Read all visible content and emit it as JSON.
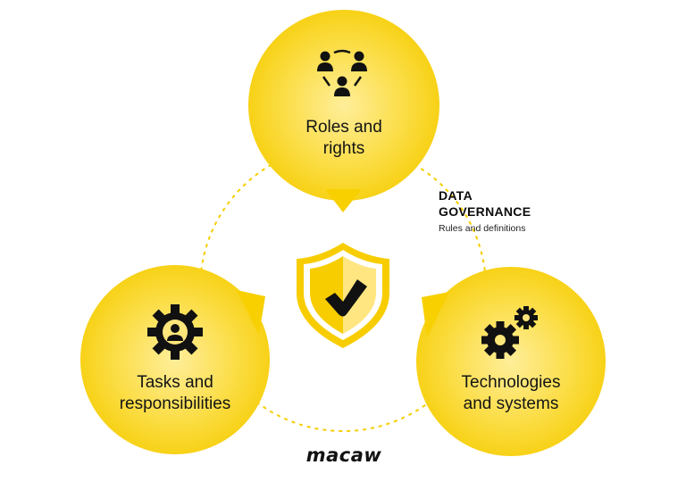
{
  "diagram": {
    "center": {
      "title": "DATA GOVERNANCE",
      "title_line1": "DATA",
      "title_line2": "GOVERNANCE",
      "subtitle": "Rules and definitions",
      "icon": "shield-check-icon"
    },
    "nodes": [
      {
        "id": "roles",
        "line1": "Roles and",
        "line2": "rights",
        "icon": "people-network-icon"
      },
      {
        "id": "tasks",
        "line1": "Tasks and",
        "line2": "responsibilities",
        "icon": "gear-person-icon"
      },
      {
        "id": "tech",
        "line1": "Technologies",
        "line2": "and systems",
        "icon": "gears-icon"
      }
    ],
    "brand": "macaw"
  },
  "colors": {
    "bubble_edge": "#F7CD00",
    "bubble_center": "#FFEB8A",
    "dashed_ring": "#F7CD00",
    "shield_outer": "#F7CD00",
    "shield_inner_light": "#FFE680",
    "text": "#111111"
  }
}
